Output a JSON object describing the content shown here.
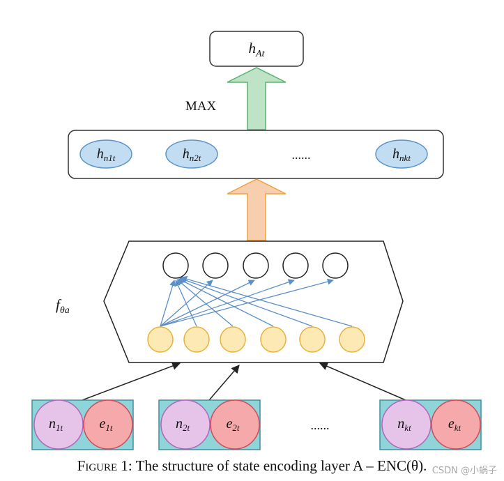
{
  "output_node": {
    "label": "h",
    "sub": "At"
  },
  "max_label": "MAX",
  "hidden_states": [
    {
      "label": "h",
      "sub": "n1t"
    },
    {
      "label": "h",
      "sub": "n2t"
    },
    {
      "label": "h",
      "sub": "nkt"
    }
  ],
  "hidden_ellipsis": "......",
  "function_label": {
    "label": "f",
    "sub": "θa"
  },
  "inputs": [
    {
      "n_label": "n",
      "n_sub": "1t",
      "e_label": "e",
      "e_sub": "1t"
    },
    {
      "n_label": "n",
      "n_sub": "2t",
      "e_label": "e",
      "e_sub": "2t"
    },
    {
      "n_label": "n",
      "n_sub": "kt",
      "e_label": "e",
      "e_sub": "kt"
    }
  ],
  "input_ellipsis": "......",
  "caption": {
    "figure_label": "Figure 1:",
    "text": "The structure of state encoding layer A – ENC(θ)."
  },
  "watermark": "CSDN @小蜗子",
  "colors": {
    "green_arrow_fill": "#bfe3c6",
    "green_arrow_stroke": "#58b36b",
    "orange_arrow_fill": "#f8cfae",
    "orange_arrow_stroke": "#f0a040",
    "hidden_ellipse_fill": "#c2dcf2",
    "hidden_ellipse_stroke": "#5a94c8",
    "input_node_fill": "#fde9b4",
    "input_node_stroke": "#e8b13c",
    "connection_stroke": "#5b8fc8",
    "input_box_fill": "#8ed4d8",
    "input_box_stroke": "#3f8f9f",
    "n_circle_fill": "#e6c4ea",
    "n_circle_stroke": "#b066b8",
    "e_circle_fill": "#f5a9ab",
    "e_circle_stroke": "#d24a57"
  }
}
